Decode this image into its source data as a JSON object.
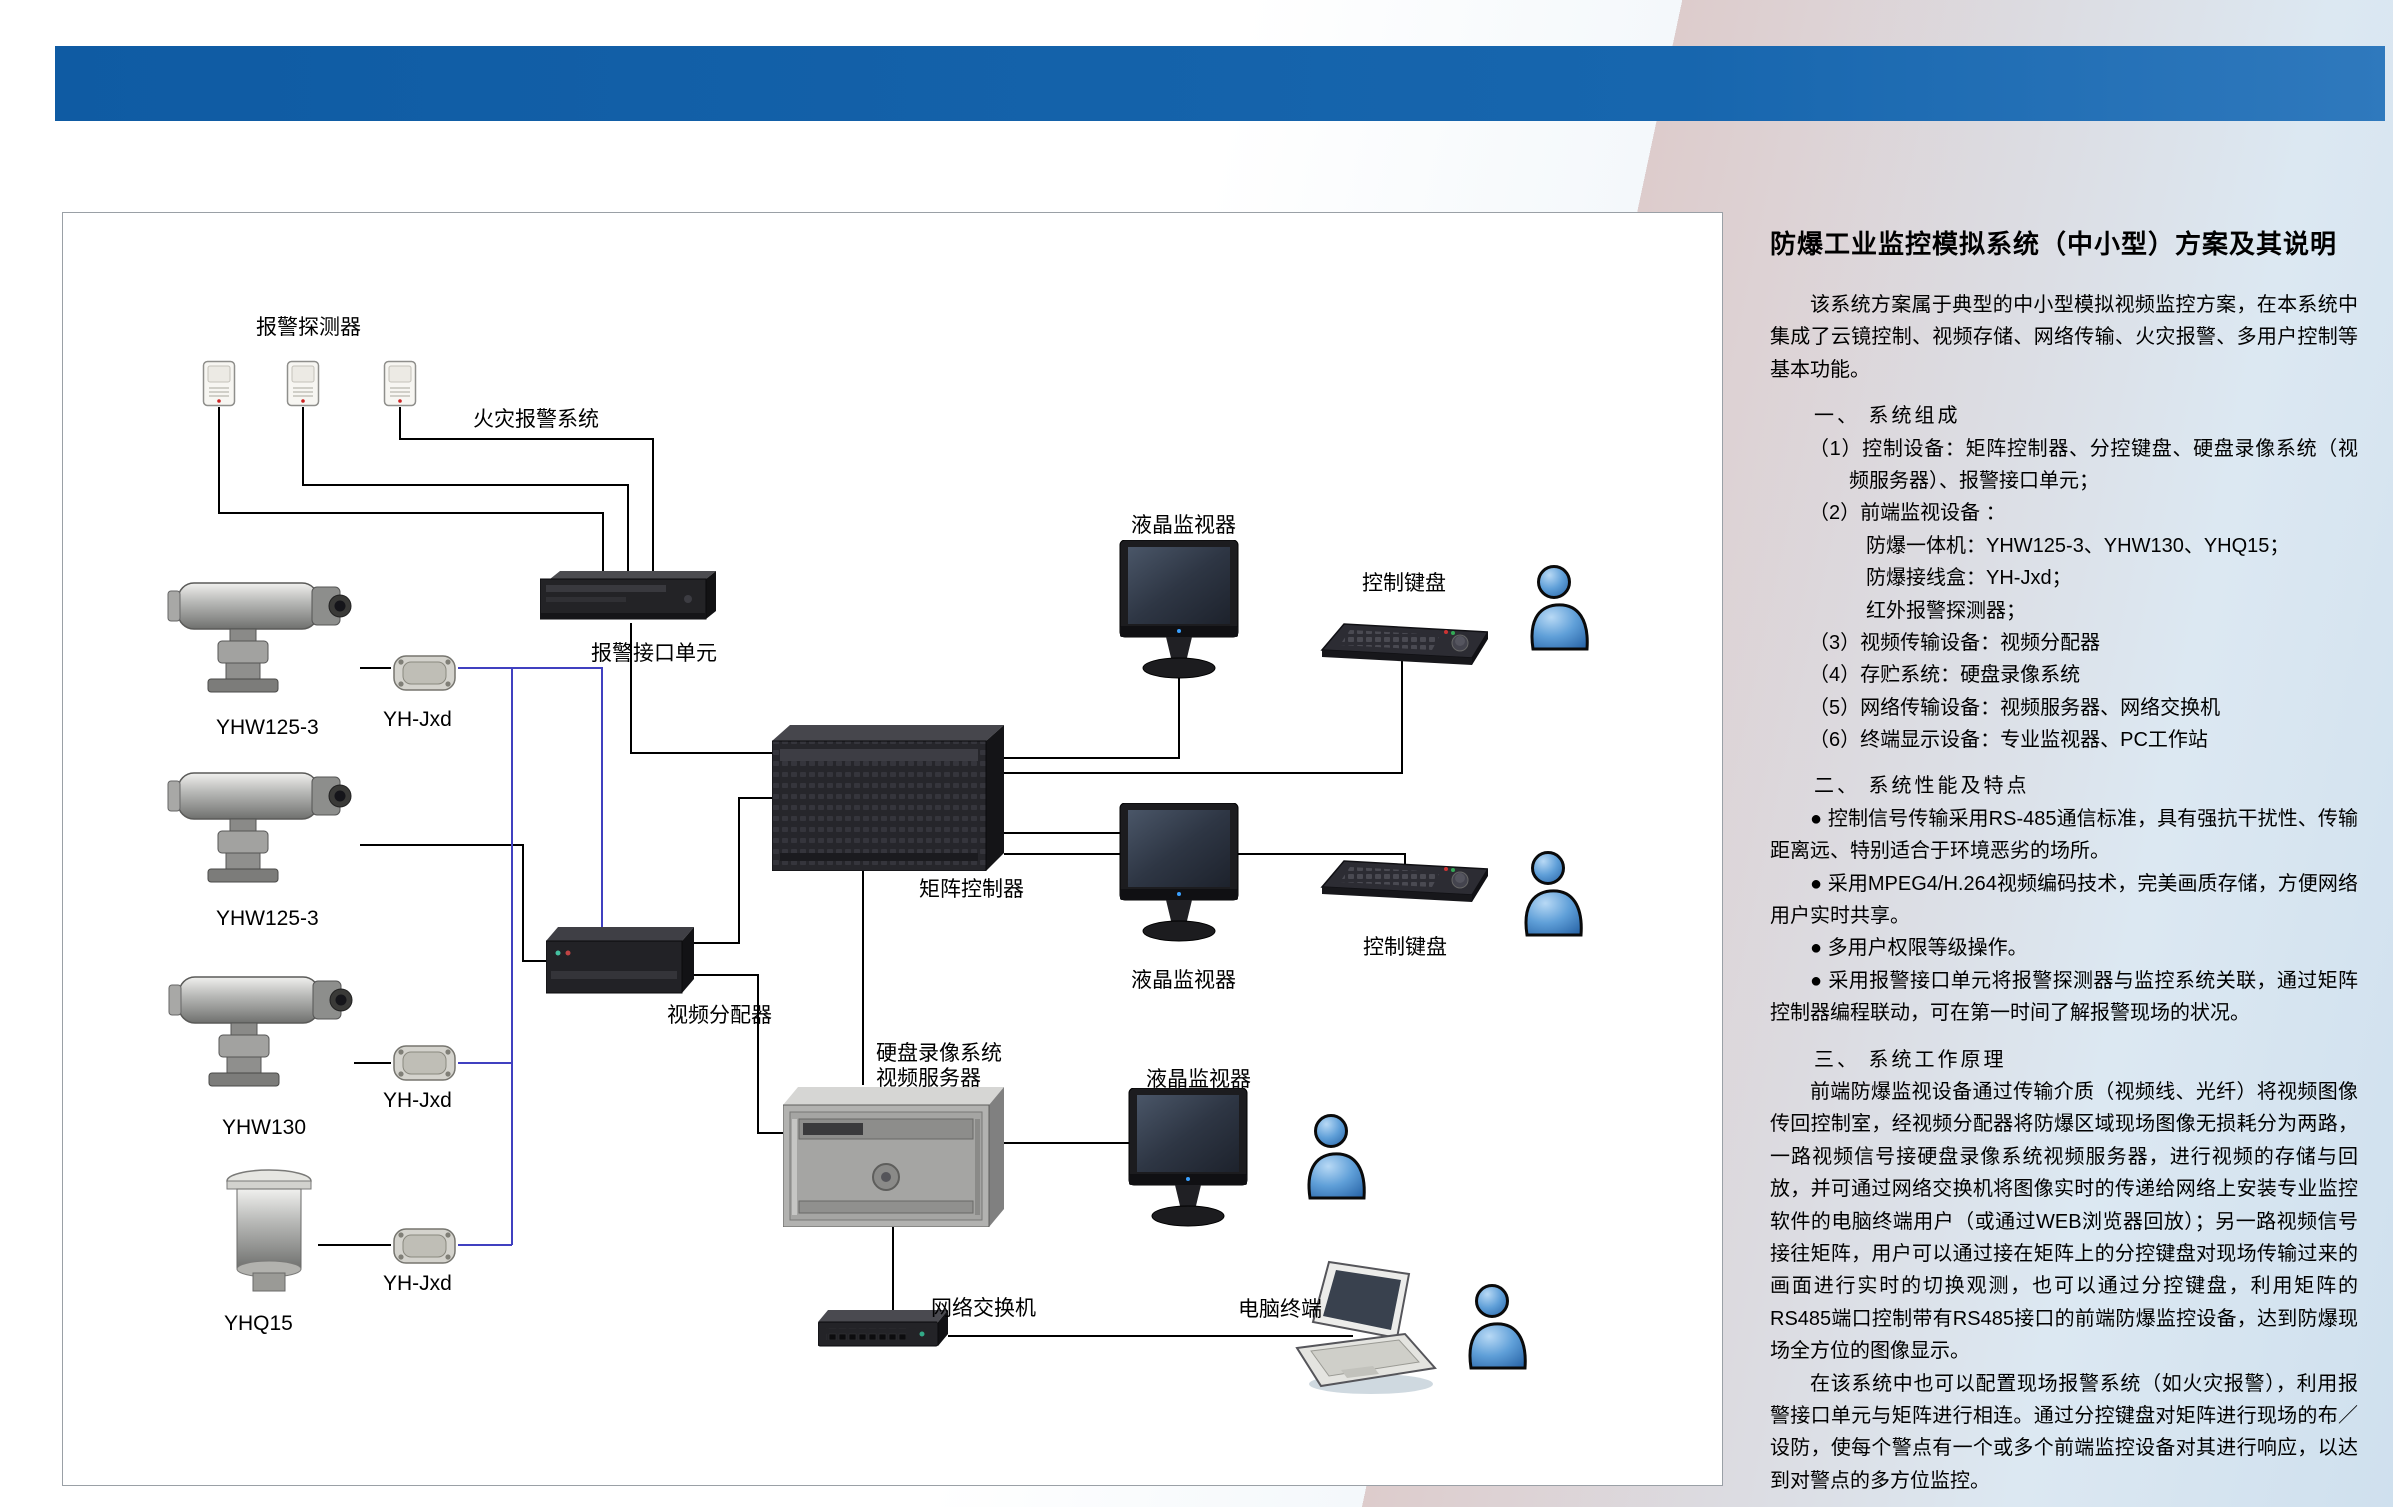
{
  "header": {
    "bar_color": "#1261a8"
  },
  "diagram": {
    "labels": {
      "alarm_detector": "报警探测器",
      "fire_alarm_system": "火灾报警系统",
      "alarm_interface_unit": "报警接口单元",
      "camera_yhw125_top": "YHW125-3",
      "camera_yhw125_mid": "YHW125-3",
      "camera_yhw130": "YHW130",
      "camera_yhq15": "YHQ15",
      "junction_1": "YH-Jxd",
      "junction_2": "YH-Jxd",
      "junction_3": "YH-Jxd",
      "matrix_controller": "矩阵控制器",
      "video_distributor": "视频分配器",
      "dvr_line1": "硬盘录像系统",
      "dvr_line2": "视频服务器",
      "lcd_monitor_top": "液晶监视器",
      "lcd_monitor_mid": "液晶监视器",
      "lcd_monitor_bottom": "液晶监视器",
      "control_keyboard_top": "控制键盘",
      "control_keyboard_mid": "控制键盘",
      "network_switch": "网络交换机",
      "pc_terminal": "电脑终端"
    },
    "colors": {
      "signal_line": "#000000",
      "video_line": "#4040c0"
    }
  },
  "panel": {
    "title": "防爆工业监控模拟系统（中小型）方案及其说明",
    "intro": "该系统方案属于典型的中小型模拟视频监控方案，在本系统中集成了云镜控制、视频存储、网络传输、火灾报警、多用户控制等基本功能。",
    "section1": {
      "heading": "一、 系统组成",
      "items": [
        "（1）控制设备：矩阵控制器、分控键盘、硬盘录像系统（视频服务器）、报警接口单元；",
        "（2）前端监视设备 ：",
        "（3）视频传输设备：视频分配器",
        "（4）存贮系统：硬盘录像系统",
        "（5）网络传输设备：视频服务器、网络交换机",
        "（6）终端显示设备：专业监视器、PC工作站"
      ],
      "sub_items": [
        "防爆一体机：YHW125-3、YHW130、YHQ15；",
        "防爆接线盒：YH-Jxd；",
        "红外报警探测器；"
      ]
    },
    "section2": {
      "heading": "二、 系统性能及特点",
      "bullets": [
        "●  控制信号传输采用RS-485通信标准，具有强抗干扰性、传输距离远、特别适合于环境恶劣的场所。",
        "●  采用MPEG4/H.264视频编码技术，完美画质存储，方便网络用户实时共享。",
        "●  多用户权限等级操作。",
        "●  采用报警接口单元将报警探测器与监控系统关联，通过矩阵控制器编程联动，可在第一时间了解报警现场的状况。"
      ]
    },
    "section3": {
      "heading": "三、 系统工作原理",
      "paragraphs": [
        "前端防爆监视设备通过传输介质（视频线、光纤）将视频图像传回控制室，经视频分配器将防爆区域现场图像无损耗分为两路，一路视频信号接硬盘录像系统视频服务器，进行视频的存储与回放，并可通过网络交换机将图像实时的传递给网络上安装专业监控软件的电脑终端用户（或通过WEB浏览器回放）；另一路视频信号接往矩阵，用户可以通过接在矩阵上的分控键盘对现场传输过来的画面进行实时的切换观测，也可以通过分控键盘，利用矩阵的RS485端口控制带有RS485接口的前端防爆监控设备，达到防爆现场全方位的图像显示。",
        "在该系统中也可以配置现场报警系统（如火灾报警），利用报警接口单元与矩阵进行相连。通过分控键盘对矩阵进行现场的布／设防，使每个警点有一个或多个前端监控设备对其进行响应，以达到对警点的多方位监控。"
      ]
    }
  }
}
